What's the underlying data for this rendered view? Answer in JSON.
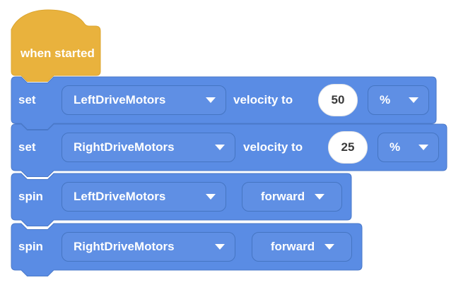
{
  "palette": {
    "block_fill": "#5A8CE4",
    "block_border": "#4A79C9",
    "hat_fill": "#E9B23D",
    "hat_border": "#DCA52F",
    "label_text": "#FFFFFF",
    "value_bg": "#FFFFFF",
    "value_text": "#3A3A3A"
  },
  "script": {
    "hat": {
      "label": "when started"
    },
    "blocks": [
      {
        "type": "set-velocity",
        "keyword": "set",
        "motor": "LeftDriveMotors",
        "middle": "velocity to",
        "value": "50",
        "unit": "%"
      },
      {
        "type": "set-velocity",
        "keyword": "set",
        "motor": "RightDriveMotors",
        "middle": "velocity to",
        "value": "25",
        "unit": "%"
      },
      {
        "type": "spin",
        "keyword": "spin",
        "motor": "LeftDriveMotors",
        "direction": "forward"
      },
      {
        "type": "spin",
        "keyword": "spin",
        "motor": "RightDriveMotors",
        "direction": "forward"
      }
    ]
  }
}
